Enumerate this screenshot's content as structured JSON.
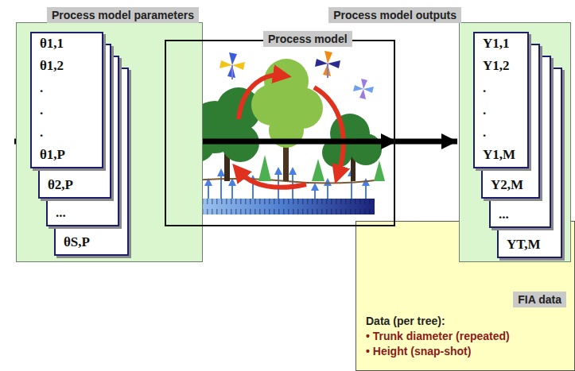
{
  "diagram": {
    "nodes": [
      {
        "text": [
          "Process model parameters"
        ]
      },
      {
        "text": [
          "θ1,1",
          "θ1,2",
          ".",
          ".",
          ".",
          "θ1,P"
        ],
        "in": 0
      },
      {
        "text": [
          "θ2,P"
        ],
        "in": 0
      },
      {
        "text": [
          "..."
        ],
        "in": 0
      },
      {
        "text": [
          "θS,P"
        ],
        "in": 0
      },
      {
        "text": [
          "Process model"
        ]
      },
      {
        "text": [
          "Process model outputs"
        ]
      },
      {
        "text": [
          "Y1,1",
          "Y1,2",
          ".",
          ".",
          ".",
          "Y1,M"
        ],
        "in": 6
      },
      {
        "text": [
          "Y2,M"
        ],
        "in": 6
      },
      {
        "text": [
          "..."
        ],
        "in": 6
      },
      {
        "text": [
          "YT,M"
        ],
        "in": 6
      },
      {
        "text": [
          "FIA data",
          "Data (per tree):",
          "• Trunk diameter (repeated)",
          "• Height (snap-shot)"
        ]
      }
    ],
    "edges": [
      {
        "from": 0,
        "to": 5,
        "arrow": "to"
      },
      {
        "from": 5,
        "to": 6,
        "arrow": "to"
      }
    ]
  }
}
